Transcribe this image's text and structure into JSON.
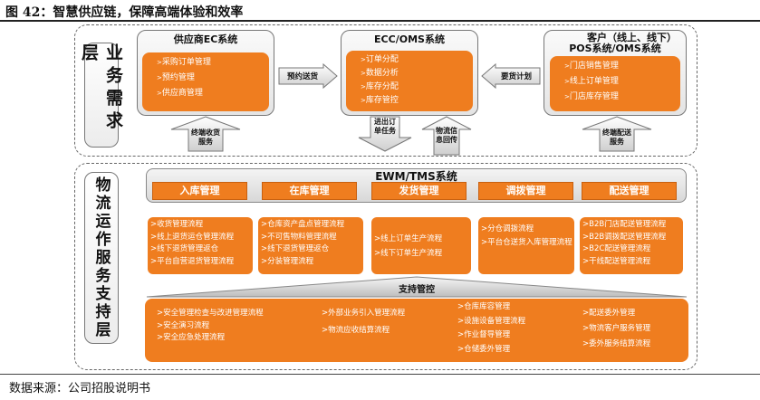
{
  "title": "图 42：智慧供应链，保障高端体验和效率",
  "source": "数据来源：公司招股说明书",
  "layer1": {
    "label": "业务需求层",
    "supplier": {
      "title": "供应商EC系统",
      "items": [
        "采购订单管理",
        "预约管理",
        "供应商管理"
      ]
    },
    "ecc": {
      "title": "ECC/OMS系统",
      "items": [
        "订单分配",
        "数据分析",
        "库存分配",
        "库存管控"
      ]
    },
    "customer": {
      "title_line1": "客户（线上、线下）",
      "title_line2": "POS系统/OMS系统",
      "items": [
        "门店销售管理",
        "线上订单管理",
        "门店库存管理"
      ]
    },
    "arrow_reserve": "预约送货",
    "arrow_demand": "要货计划",
    "arrow_receive": "终端收货服务",
    "arrow_order_out": "进出订单任务",
    "arrow_logistics_info": "物流信息回传",
    "arrow_delivery": "终端配送服务"
  },
  "layer2": {
    "label": "物流运作服务支持层",
    "system": "EWM/TMS系统",
    "tabs": [
      "入库管理",
      "在库管理",
      "发货管理",
      "调拨管理",
      "配送管理"
    ],
    "columns": [
      [
        "收货管理流程",
        "线上退货运仓管理流程",
        "线下退货管理返仓",
        "平台自营退货管理流程"
      ],
      [
        "仓库资产盘点管理流程",
        "不可售物料管理流程",
        "线下退货管理返仓",
        "分装管理流程"
      ],
      [
        "线上订单生产流程",
        "线下订单生产流程"
      ],
      [
        "分仓调拨流程",
        "平台仓送货入库管理流程"
      ],
      [
        "B2B门店配送管理流程",
        "B2B调拨配送管理流程",
        "B2C配送管理流程",
        "干线配送管理流程"
      ]
    ],
    "support": {
      "title": "支持管控",
      "col1": [
        "安全管理检查与改进管理流程",
        "安全演习流程",
        "安全应急处理流程"
      ],
      "col2": [
        "外部业务引入管理流程",
        "物流应收结算流程"
      ],
      "col3": [
        "仓库库容管理",
        "设施设备管理流程",
        "作业督导管理",
        "仓储委外管理"
      ],
      "col4": [
        "配送委外管理",
        "物流客户服务管理",
        "委外服务结算流程"
      ]
    }
  }
}
